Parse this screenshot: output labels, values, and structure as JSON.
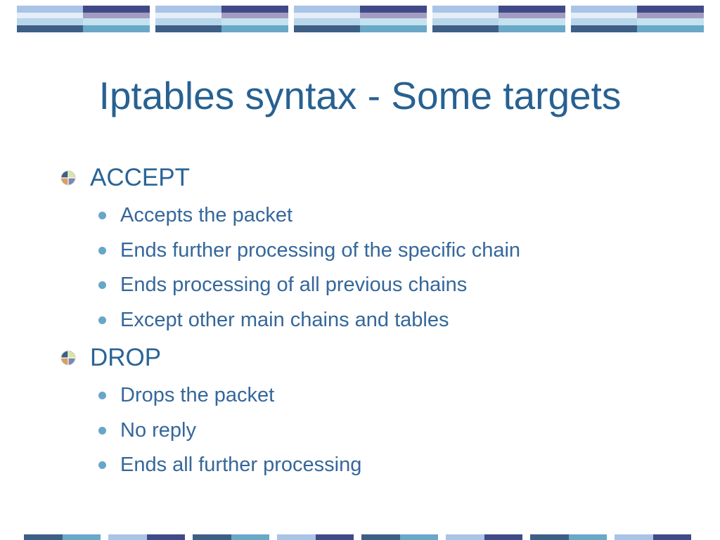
{
  "slide": {
    "title": "Iptables syntax - Some targets"
  },
  "sections": [
    {
      "heading": "ACCEPT",
      "items": [
        "Accepts the packet",
        "Ends further processing of the specific chain",
        "Ends processing of all previous chains",
        "Except other main chains and tables"
      ]
    },
    {
      "heading": "DROP",
      "items": [
        "Drops the packet",
        "No reply",
        "Ends all further processing"
      ]
    }
  ],
  "colors": {
    "title": "#276192",
    "text": "#35679a",
    "bullet": "#66a7c7",
    "band_dark": "#3d5f85",
    "band_light": "#6aa8c8",
    "band_navy": "#404a87"
  },
  "icons": {
    "level1_bullet": "quadrant-pinwheel-icon",
    "level2_bullet": "dot-bullet-icon"
  }
}
